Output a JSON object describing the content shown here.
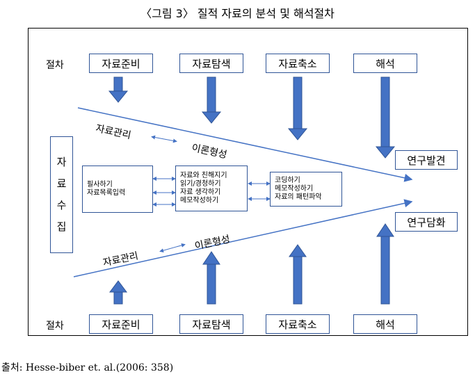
{
  "title": "〈그림 3〉 질적 자료의 분석 및 해석절차",
  "step_label": "절차",
  "top_steps": [
    "자료준비",
    "자료탐색",
    "자료축소",
    "해석"
  ],
  "bottom_steps": [
    "자료준비",
    "자료탐색",
    "자료축소",
    "해석"
  ],
  "collection_chars": [
    "자",
    "료",
    "수",
    "집"
  ],
  "top_labels": {
    "data_mgmt": "자료관리",
    "theory": "이론형성"
  },
  "bottom_labels": {
    "data_mgmt": "자료관리",
    "theory": "이론형성"
  },
  "result_top": "연구발견",
  "result_bottom": "연구담화",
  "box1_lines": [
    "필사하기",
    "자료목록입력"
  ],
  "box2_lines": [
    "자료와 친해지기",
    "읽기/경청하기",
    "자료 생각하기",
    "메모작성하기"
  ],
  "box3_lines": [
    "코딩하기",
    "메모작성하기",
    "자료의 패턴파악"
  ],
  "source": "출처: Hesse-biber et. al.(2006: 358)",
  "colors": {
    "arrow": "#4472c4",
    "arrow_dark": "#2f5496",
    "line": "#4472c4"
  }
}
